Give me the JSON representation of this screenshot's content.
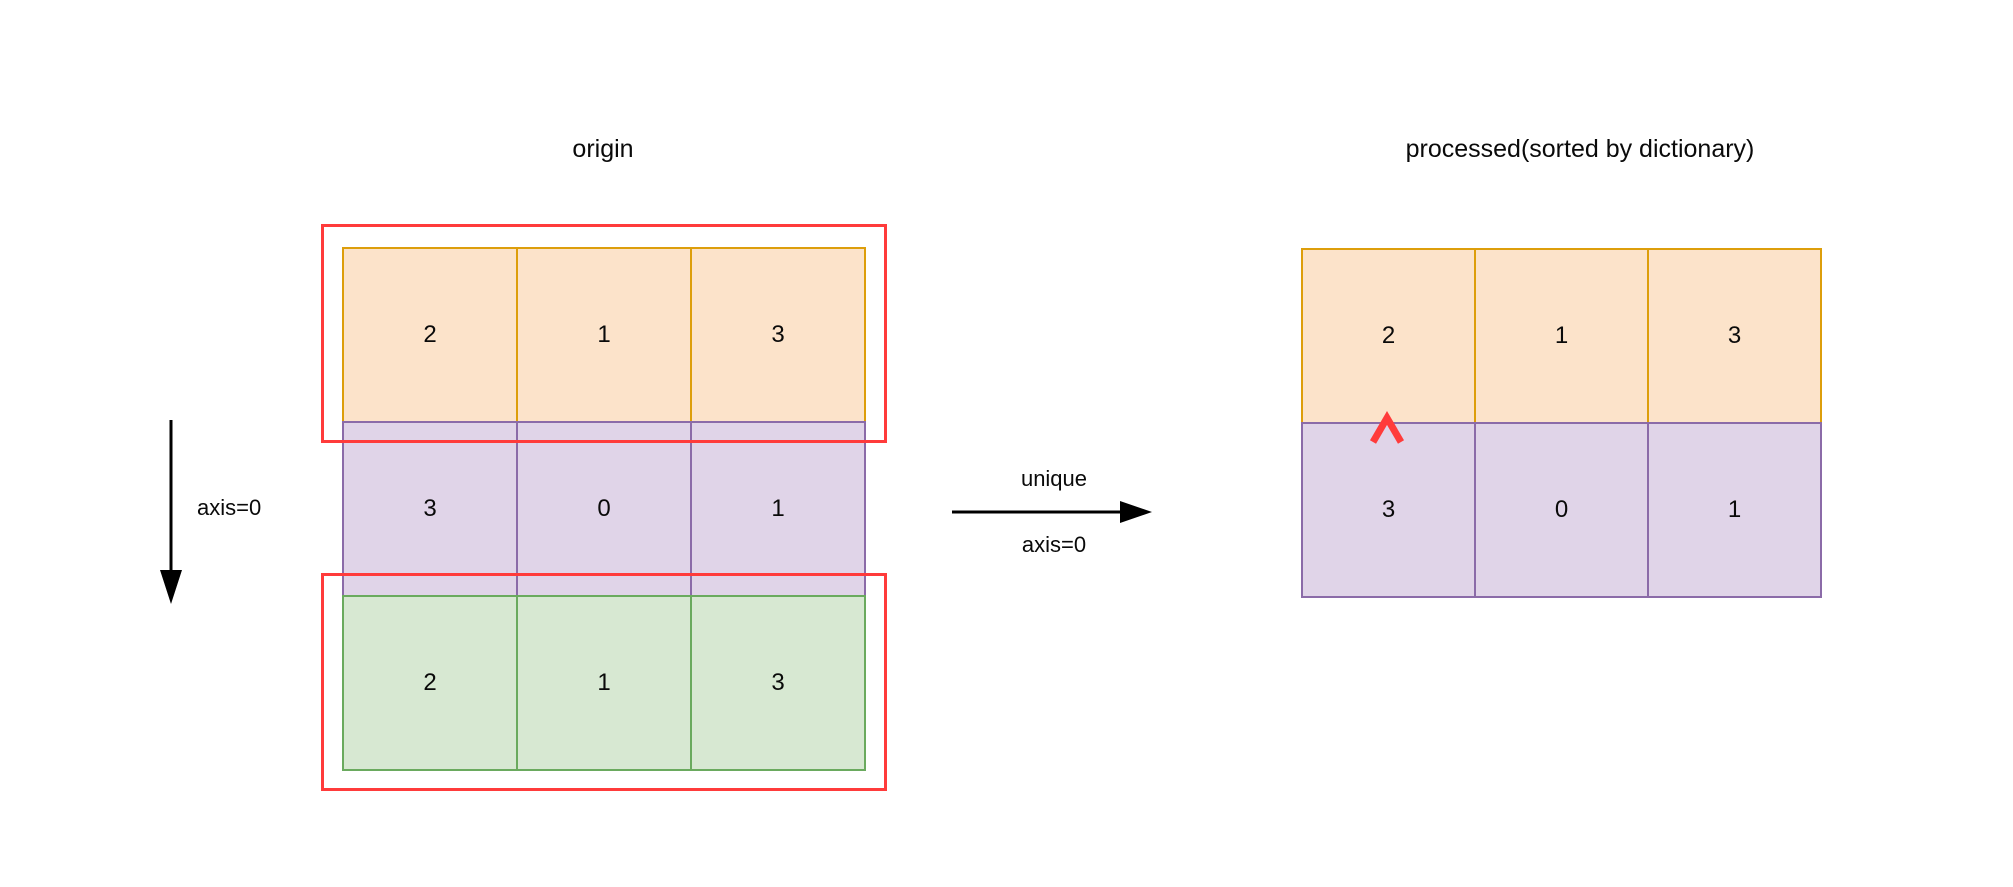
{
  "panels": {
    "left": {
      "title": "origin",
      "matrix": [
        {
          "row_index": 0,
          "color_name": "orange",
          "values": [
            "2",
            "1",
            "3"
          ]
        },
        {
          "row_index": 1,
          "color_name": "purple",
          "values": [
            "3",
            "0",
            "1"
          ]
        },
        {
          "row_index": 2,
          "color_name": "green",
          "values": [
            "2",
            "1",
            "3"
          ]
        }
      ],
      "highlighted_rows": [
        0,
        2
      ]
    },
    "right": {
      "title": "processed(sorted by dictionary)",
      "matrix": [
        {
          "row_index": 0,
          "color_name": "orange",
          "values": [
            "2",
            "1",
            "3"
          ]
        },
        {
          "row_index": 1,
          "color_name": "purple",
          "values": [
            "3",
            "0",
            "1"
          ]
        }
      ],
      "marker": "caret-up"
    }
  },
  "annotations": {
    "vertical_axis_label": "axis=0",
    "transform_label_top": "unique",
    "transform_label_bottom": "axis=0"
  },
  "colors": {
    "orange_fill": "#FCE3CA",
    "orange_border": "#DD9E0B",
    "purple_fill": "#E0D4E8",
    "purple_border": "#8B6BA8",
    "green_fill": "#D7E8D2",
    "green_border": "#6AAA5E",
    "highlight_red": "#FF3B3B",
    "arrow_black": "#000000",
    "background": "#FFFFFF"
  }
}
